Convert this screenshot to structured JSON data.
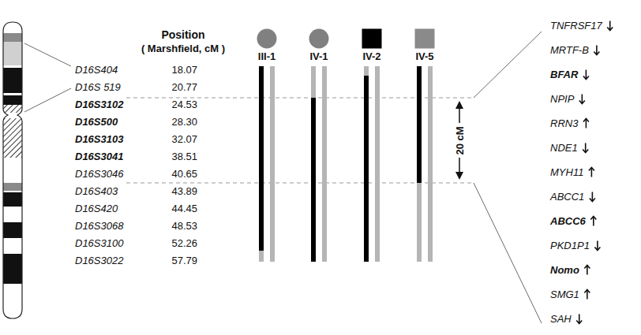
{
  "diagram": {
    "nodes": [
      {
        "text": [
          "III-1"
        ]
      },
      {
        "text": [
          "IV-1"
        ]
      },
      {
        "text": [
          "IV-2"
        ]
      },
      {
        "text": [
          "IV-5"
        ]
      }
    ],
    "labels": [
      "Position",
      "( Marshfield, cM )",
      "D16S404",
      "18.07",
      "D16S 519",
      "20.77",
      "D16S3102",
      "24.53",
      "D16S500",
      "28.30",
      "D16S3103",
      "32.07",
      "D16S3041",
      "38.51",
      "D16S3046",
      "40.65",
      "D16S403",
      "43.89",
      "D16S420",
      "44.45",
      "D16S3068",
      "48.53",
      "D16S3100",
      "52.26",
      "D16S3022",
      "57.79",
      "20 cM",
      "TNFRSF17",
      "MRTF-B",
      "BFAR",
      "NPIP",
      "RRN3",
      "NDE1",
      "MYH11",
      "ABCC1",
      "ABCC6",
      "PKD1P1",
      "Nomo",
      "SMG1",
      "SAH"
    ]
  }
}
